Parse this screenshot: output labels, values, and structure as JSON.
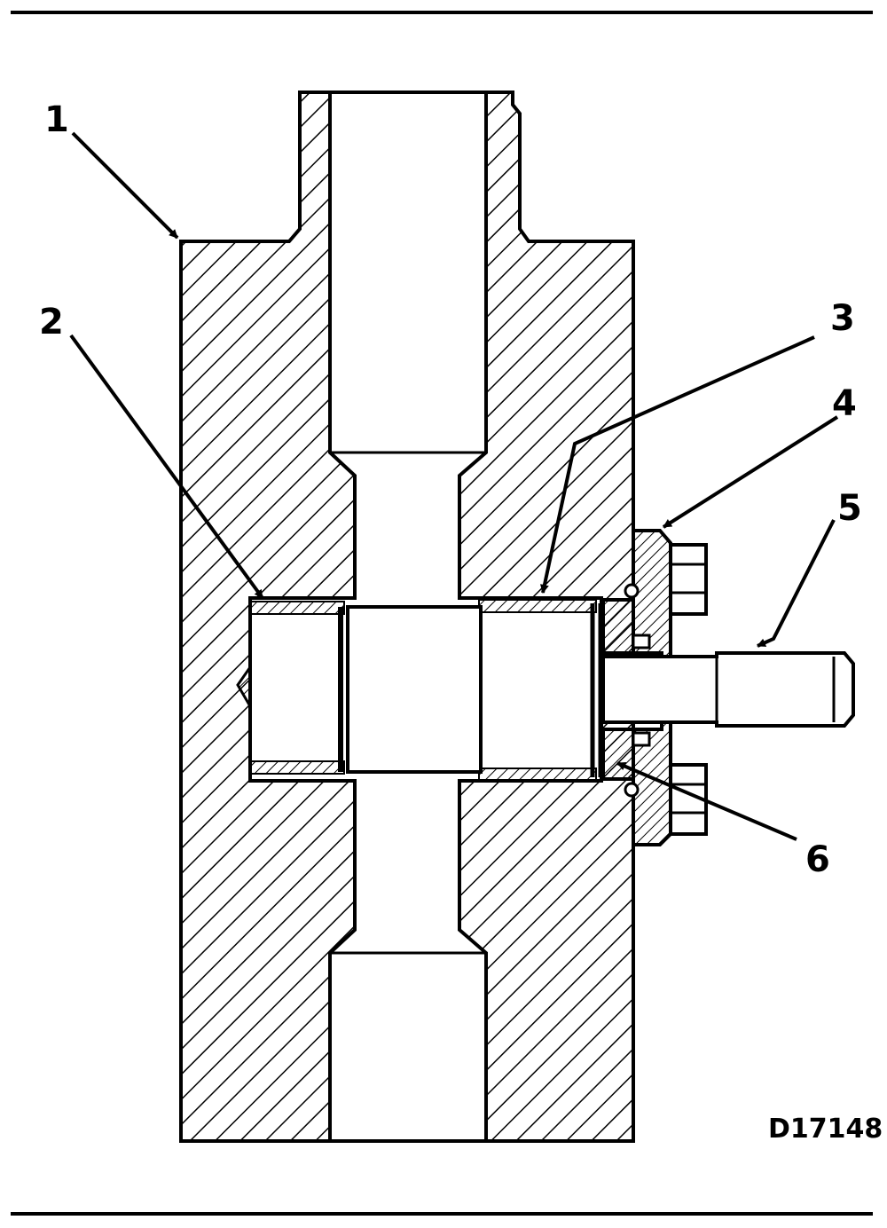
{
  "callouts": [
    {
      "id": "1",
      "label": "1"
    },
    {
      "id": "2",
      "label": "2"
    },
    {
      "id": "3",
      "label": "3"
    },
    {
      "id": "4",
      "label": "4"
    },
    {
      "id": "5",
      "label": "5"
    },
    {
      "id": "6",
      "label": "6"
    }
  ],
  "figure_code": "D17148",
  "colors": {
    "ink": "#000000",
    "paper": "#ffffff"
  }
}
